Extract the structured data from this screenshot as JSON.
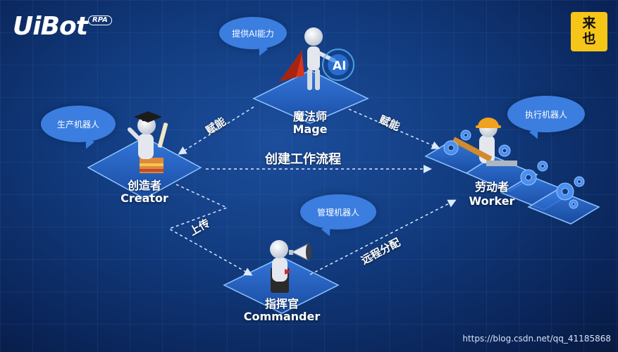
{
  "brand": {
    "logo_text": "UiBot",
    "logo_tag": "RPA"
  },
  "badge": {
    "line1": "来",
    "line2": "也"
  },
  "roles": {
    "mage": {
      "cn": "魔法师",
      "en": "Mage",
      "bubble": "提供AI能力",
      "ai_label": "AI"
    },
    "creator": {
      "cn": "创造者",
      "en": "Creator",
      "bubble": "生产机器人"
    },
    "worker": {
      "cn": "劳动者",
      "en": "Worker",
      "bubble": "执行机器人"
    },
    "commander": {
      "cn": "指挥官",
      "en": "Commander",
      "bubble": "管理机器人"
    }
  },
  "arrows": {
    "mage_to_creator": "赋能",
    "mage_to_worker": "赋能",
    "creator_to_worker": "创建工作流程",
    "creator_to_commander": "上传",
    "commander_to_worker": "远程分配"
  },
  "watermark": "https://blog.csdn.net/qq_41185868",
  "colors": {
    "background": "#123c80",
    "platform_fill": "#2f6fd6",
    "platform_edge": "#8fc4ff",
    "bubble": "#3b7ee0",
    "badge": "#f5c518",
    "gear": "#4a8ff0"
  },
  "icons": [
    "mortarboard-icon",
    "wizard-figure-icon",
    "hardhat-worker-icon",
    "megaphone-icon",
    "gear-icon"
  ]
}
